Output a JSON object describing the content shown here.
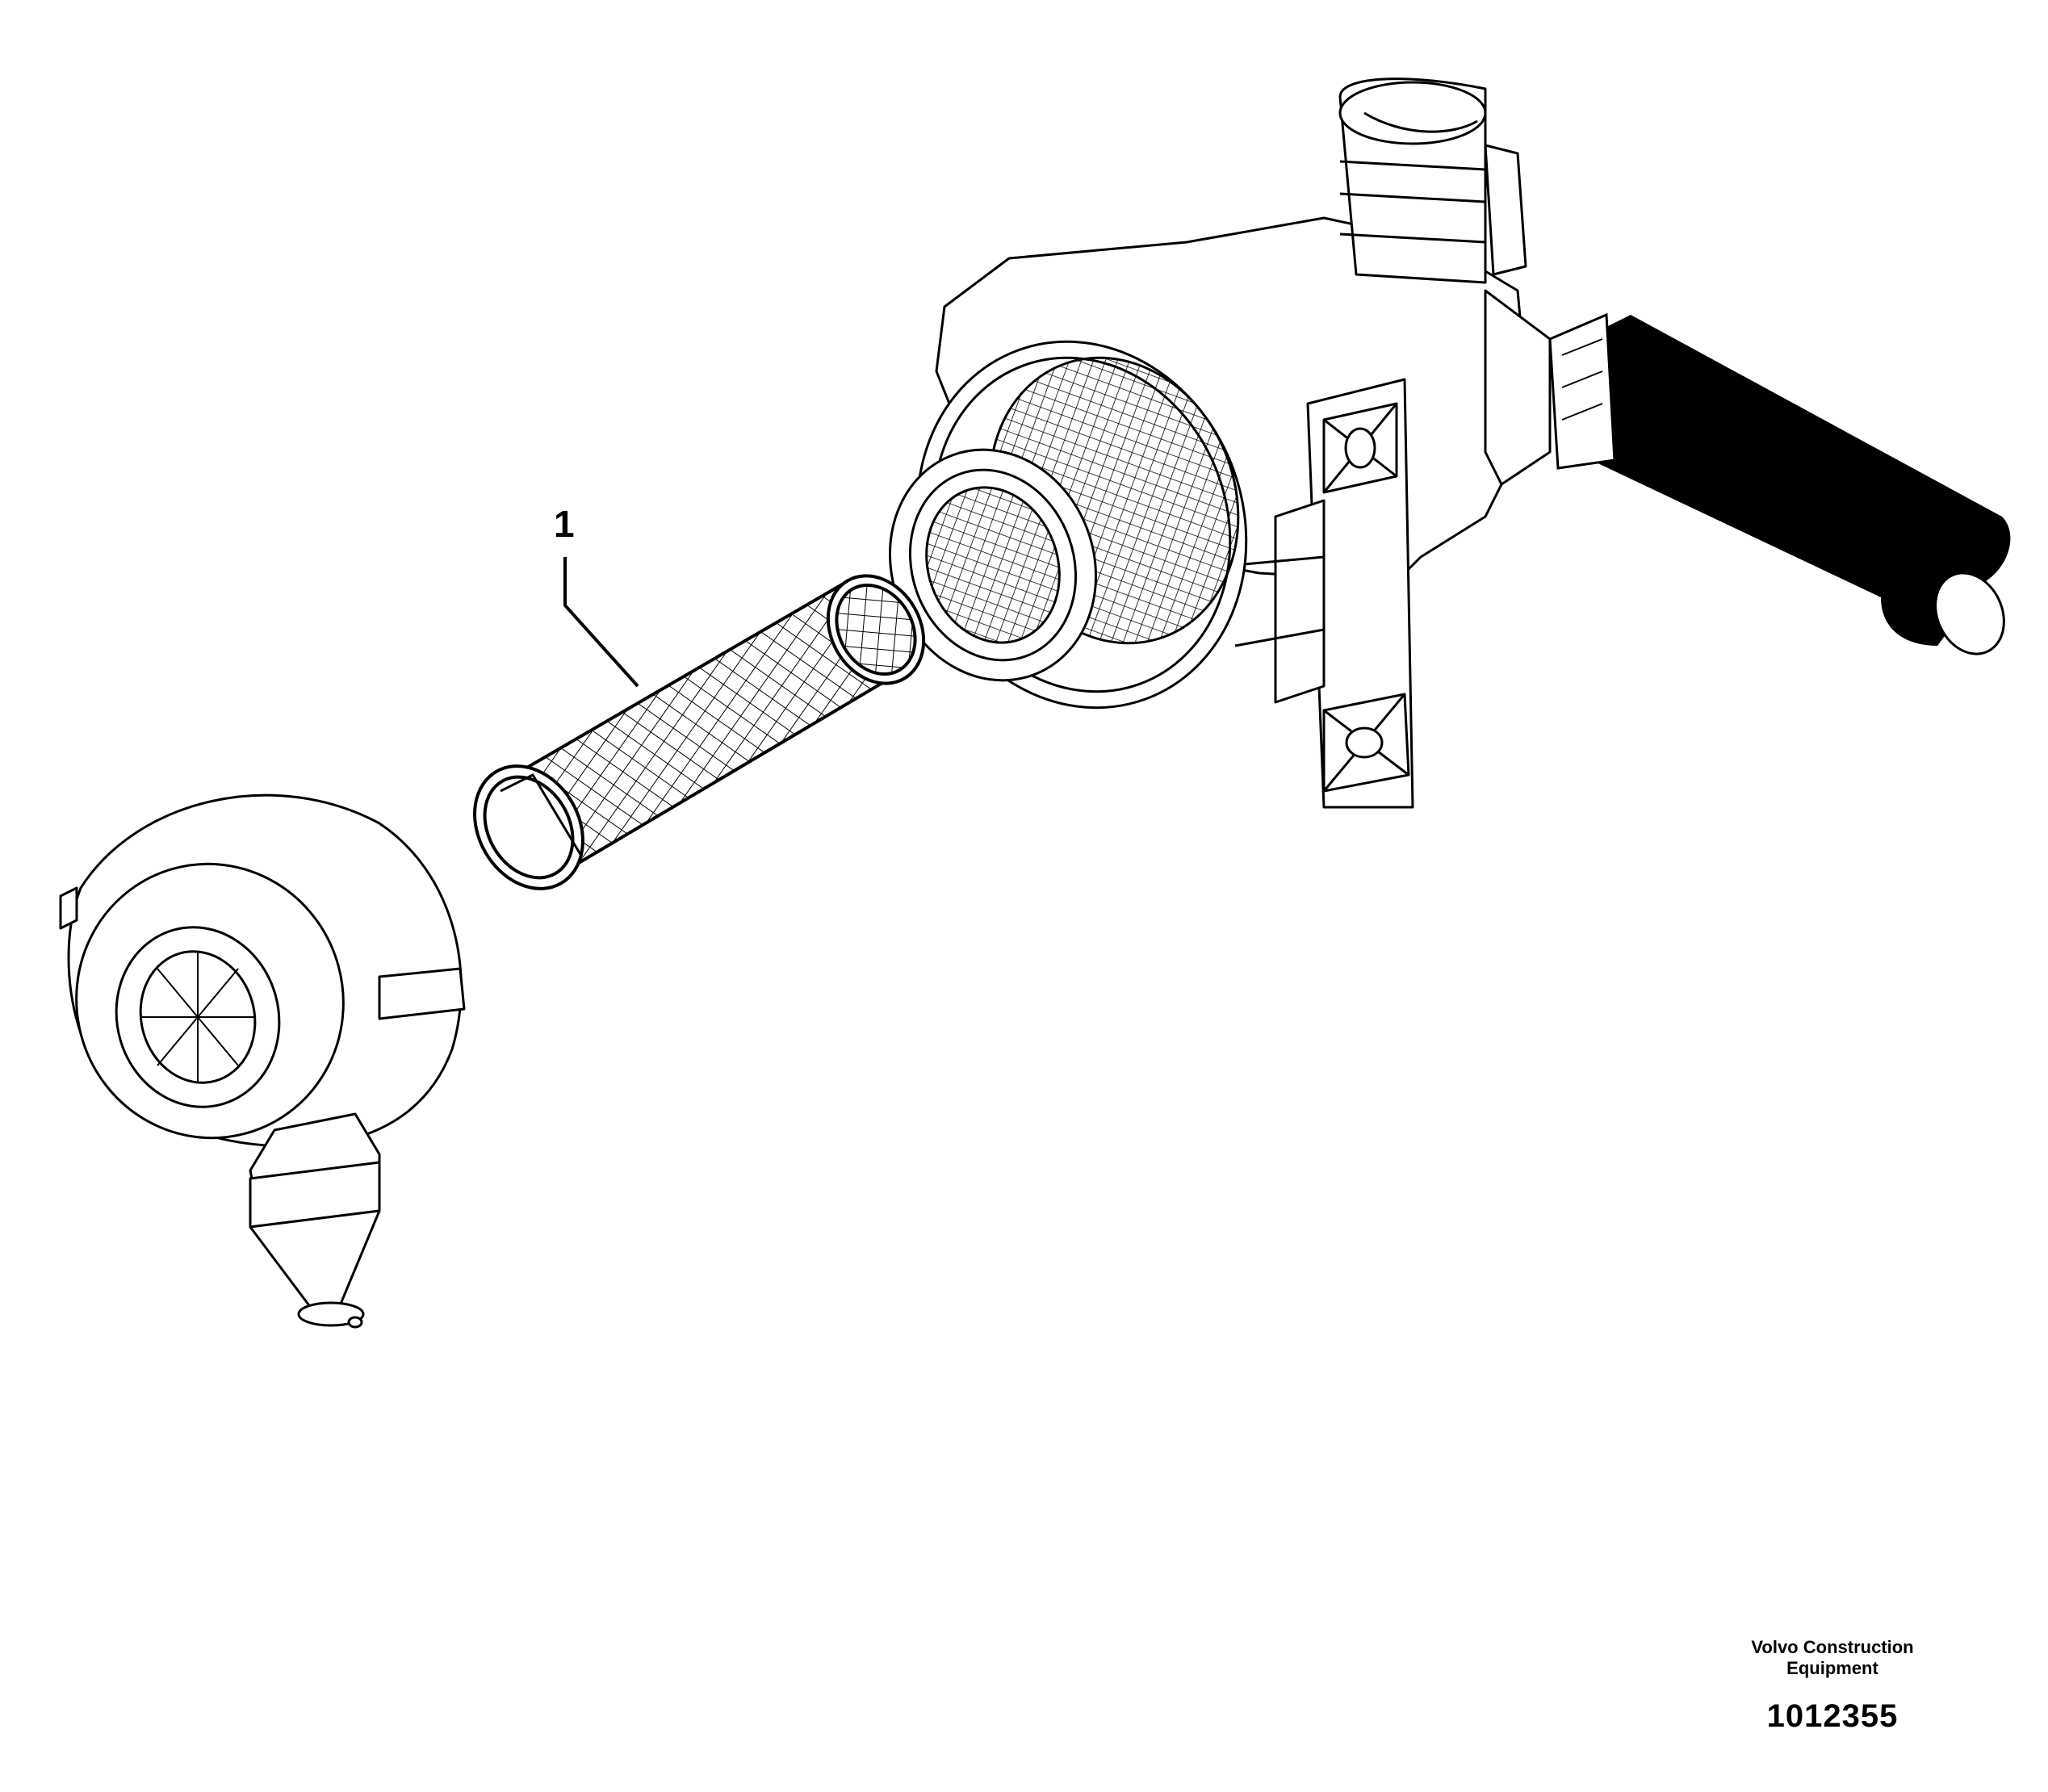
{
  "callouts": [
    {
      "label": "1"
    }
  ],
  "footer": {
    "brand_line1": "Volvo Construction",
    "brand_line2": "Equipment",
    "drawing_number": "1012355"
  }
}
